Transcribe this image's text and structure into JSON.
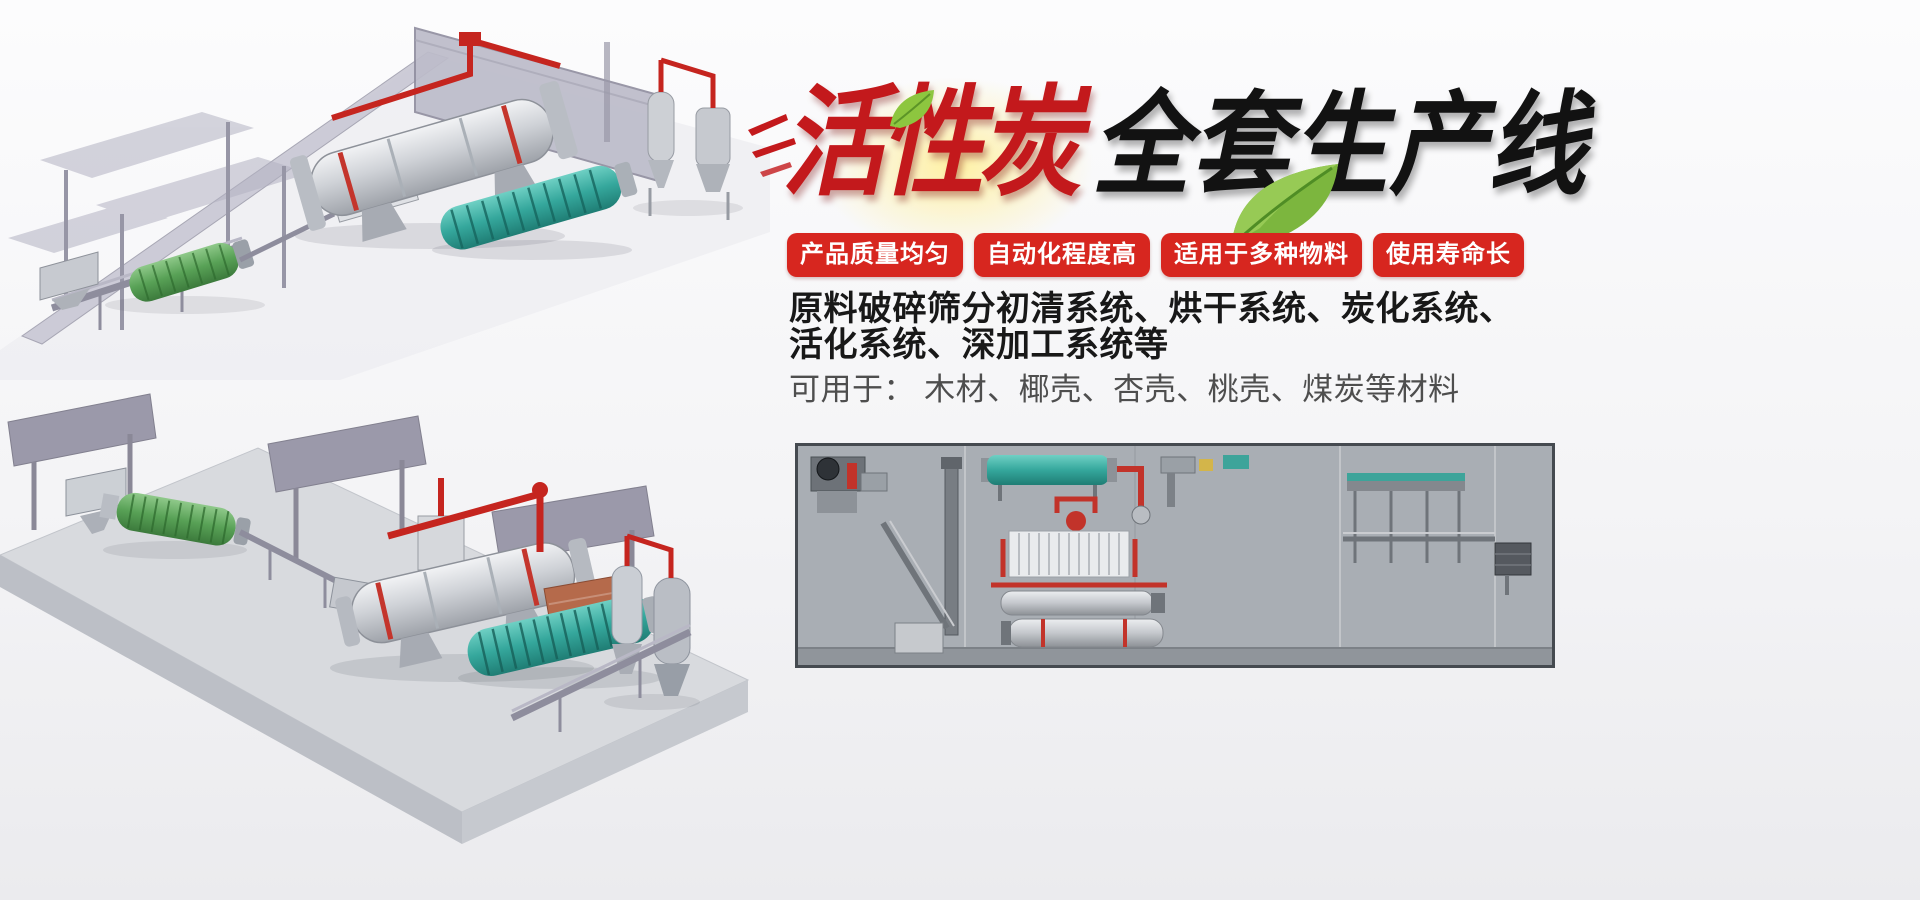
{
  "banner": {
    "title": {
      "highlight": "活性炭",
      "rest": "全套生产线"
    },
    "badges": [
      {
        "label": "产品质量均匀"
      },
      {
        "label": "自动化程度高"
      },
      {
        "label": "适用于多种物料"
      },
      {
        "label": "使用寿命长"
      }
    ],
    "description": {
      "line1": "原料破碎筛分初清系统、烘干系统、炭化系统、",
      "line2": "活化系统、深加工系统等",
      "line3": "可用于： 木材、椰壳、杏壳、桃壳、煤炭等材料"
    },
    "colors": {
      "badge_red": "#d7261f",
      "title_red": "#c3191c",
      "title_black": "#121212",
      "leaf_green": "#7cb63e",
      "pipe_red": "#c5251f",
      "drum_teal": "#35a79c",
      "drum_green": "#58a156",
      "machine_gray": "#b9bcc2"
    },
    "images": {
      "top_render": "isometric-3d-render-production-line-upper",
      "bottom_render": "isometric-3d-render-production-line-lower",
      "layout_diagram": "activated-carbon-line-layout-diagram"
    }
  }
}
